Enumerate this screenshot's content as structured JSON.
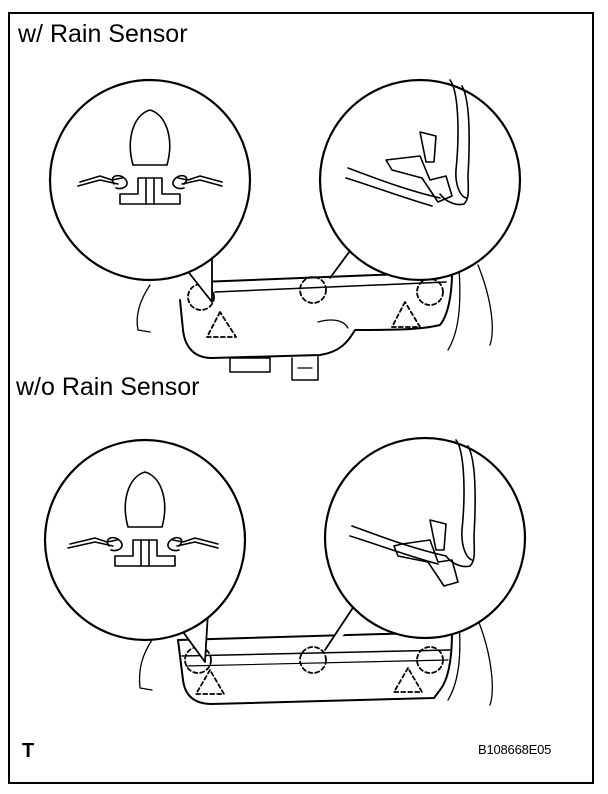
{
  "labels": {
    "with_rain_sensor": "w/ Rain Sensor",
    "without_rain_sensor": "w/o Rain Sensor",
    "corner_mark": "T",
    "figure_code": "B108668E05"
  },
  "colors": {
    "line": "#000000",
    "background": "#ffffff"
  },
  "icons": {
    "clip_detail": "clip-cross-section-icon",
    "hook_detail": "retainer-hook-icon",
    "clip_location": "dashed-circle-marker",
    "hook_location": "dashed-triangle-marker"
  }
}
